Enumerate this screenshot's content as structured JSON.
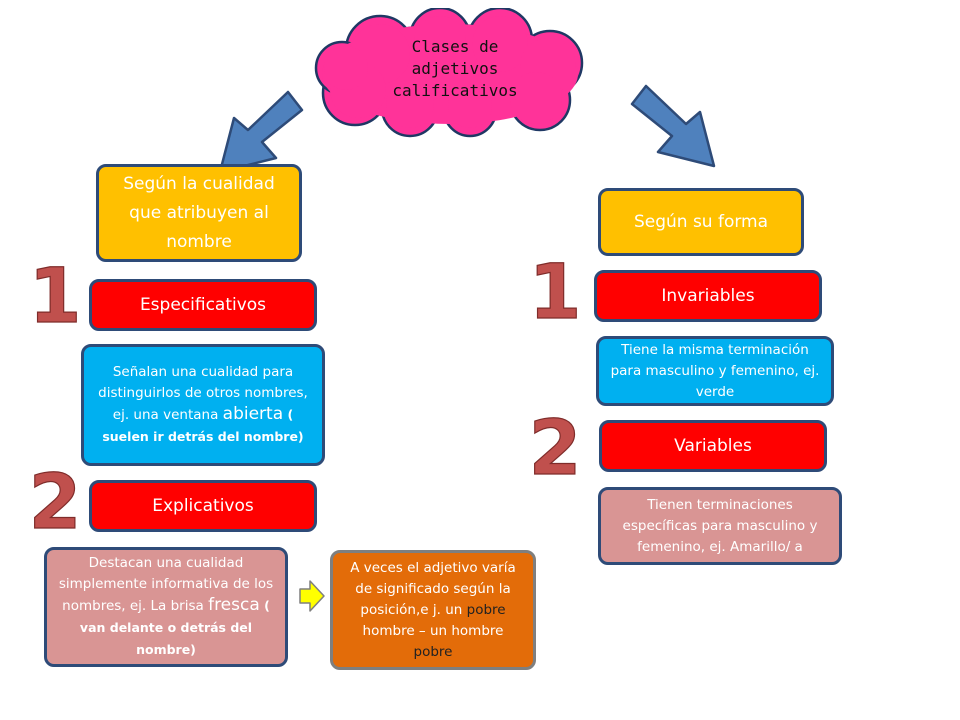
{
  "title": {
    "line1": "Clases de",
    "line2": "adjetivos",
    "line3": "calificativos"
  },
  "left": {
    "heading": "Según la cualidad que atribuyen al nombre",
    "num1": "1",
    "type1": "Especificativos",
    "desc1": {
      "main": "Señalan una cualidad para distinguirlos de otros nombres, ej.  una ventana",
      "keyword": "abierta",
      "note": " ( suelen ir detrás del nombre)"
    },
    "num2": "2",
    "type2": "Explicativos",
    "desc2": {
      "main": "Destacan una cualidad simplemente informativa de los nombres, ej.  La brisa",
      "keyword": "fresca",
      "note": " ( van delante o detrás del nombre)"
    },
    "note": {
      "part1": "A veces el adjetivo varía de significado según la posición,e j. un",
      "word1": "pobre",
      "part2": "hombre – un hombre",
      "word2": "pobre"
    }
  },
  "right": {
    "heading": "Según su forma",
    "num1": "1",
    "type1": "Invariables",
    "desc1": "Tiene la misma terminación para masculino y femenino, ej. verde",
    "num2": "2",
    "type2": "Variables",
    "desc2": "Tienen terminaciones específicas  para masculino y femenino, ej. Amarillo/ a"
  },
  "colors": {
    "cloud": "#ff3399",
    "yellow": "#ffc000",
    "red": "#ff0000",
    "blue": "#00b0f0",
    "pink": "#d99594",
    "orange": "#e36c09",
    "arrow": "#4f81bd",
    "pointer": "#ffff00",
    "numeral": "#c0504d"
  }
}
